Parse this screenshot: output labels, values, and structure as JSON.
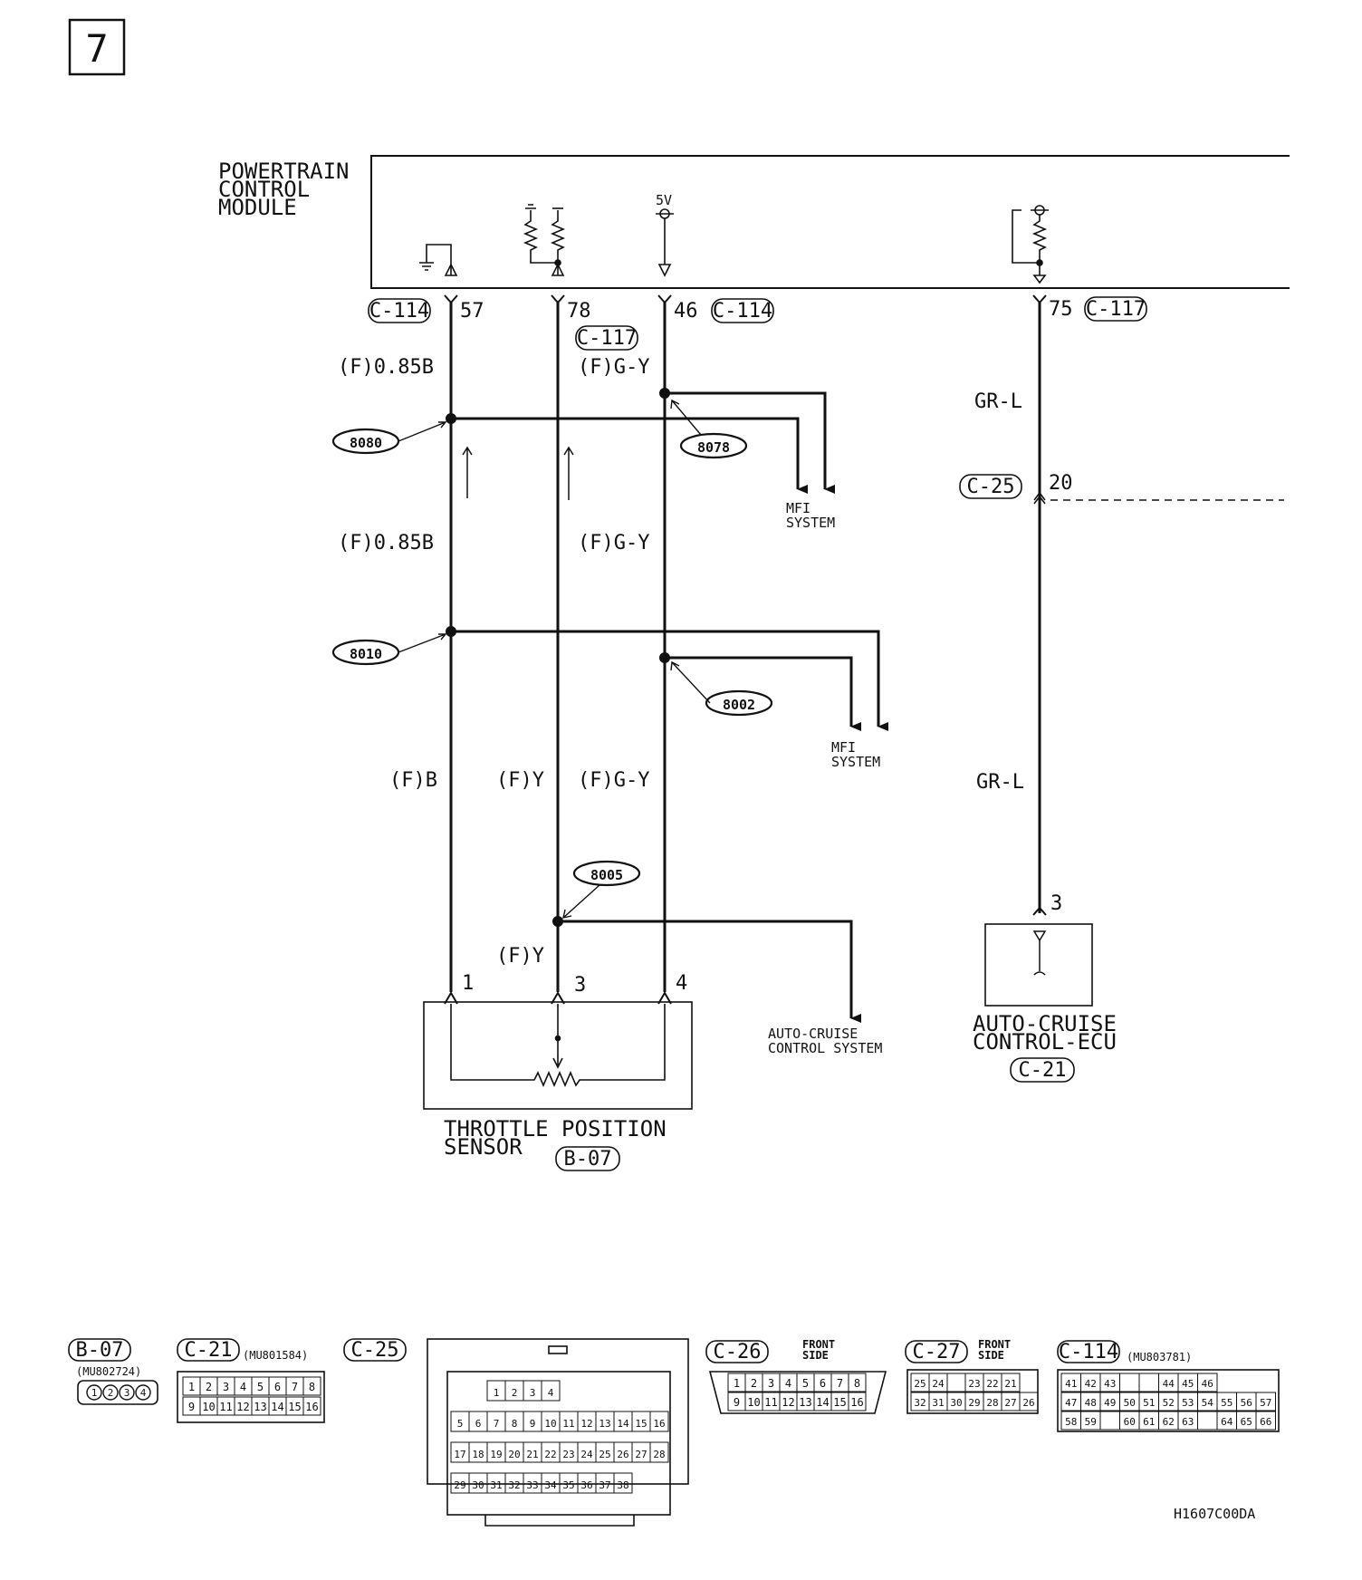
{
  "page": {
    "number": "7",
    "code": "H1607C00DA"
  },
  "pcm": {
    "title_lines": [
      "POWERTRAIN",
      "CONTROL",
      "MODULE"
    ],
    "supply": "5V"
  },
  "connectors": {
    "c114": "C-114",
    "c117": "C-117",
    "c25": "C-25",
    "c21": "C-21",
    "b07": "B-07",
    "c26": "C-26",
    "c27": "C-27"
  },
  "terminals": {
    "t57": "57",
    "t78": "78",
    "t46": "46",
    "t75": "75",
    "t20": "20",
    "t3_ecu": "3",
    "s1": "1",
    "s3": "3",
    "s4": "4"
  },
  "wires": {
    "a1": "(F)0.85B",
    "a2": "(F)0.85B",
    "a3": "(F)B",
    "b1": "(F)Y",
    "b2": "(F)Y",
    "c1": "(F)G-Y",
    "c2": "(F)G-Y",
    "c3": "(F)G-Y",
    "d1": "GR-L",
    "d2": "GR-L"
  },
  "splices": {
    "s8080": "8080",
    "s8010": "8010",
    "s8078": "8078",
    "s8002": "8002",
    "s8005": "8005"
  },
  "destinations": {
    "mfi1": [
      "MFI",
      "SYSTEM"
    ],
    "mfi2": [
      "MFI",
      "SYSTEM"
    ],
    "acc_sys": [
      "AUTO-CRUISE",
      "CONTROL SYSTEM"
    ],
    "acc_ecu": [
      "AUTO-CRUISE",
      "CONTROL-ECU"
    ],
    "tps": [
      "THROTTLE POSITION",
      "SENSOR"
    ]
  },
  "part_numbers": {
    "b07": "(MU802724)",
    "c21": "(MU801584)",
    "c114": "(MU803781)"
  },
  "front_side": [
    "FRONT",
    "SIDE"
  ],
  "connector_views": {
    "b07_pins": [
      "1",
      "2",
      "3",
      "4"
    ],
    "c21_rows": [
      [
        "1",
        "2",
        "3",
        "4",
        "5",
        "6",
        "7",
        "8"
      ],
      [
        "9",
        "10",
        "11",
        "12",
        "13",
        "14",
        "15",
        "16"
      ]
    ],
    "c26_rows": [
      [
        "1",
        "2",
        "3",
        "4",
        "5",
        "6",
        "7",
        "8"
      ],
      [
        "9",
        "10",
        "11",
        "12",
        "13",
        "14",
        "15",
        "16"
      ]
    ],
    "c27_rows": [
      [
        "25",
        "24",
        "",
        "23",
        "22",
        "21"
      ],
      [
        "32",
        "31",
        "30",
        "29",
        "28",
        "27",
        "26"
      ]
    ],
    "c114_rows": [
      [
        "41",
        "42",
        "43",
        "",
        "",
        "44",
        "45",
        "46"
      ],
      [
        "47",
        "48",
        "49",
        "50",
        "51",
        "52",
        "53",
        "54",
        "55",
        "56",
        "57"
      ],
      [
        "58",
        "59",
        "",
        "60",
        "61",
        "62",
        "63",
        "",
        "64",
        "65",
        "66"
      ]
    ],
    "c25_pins": [
      "1",
      "2",
      "3",
      "4",
      "5",
      "6",
      "7",
      "8",
      "9",
      "10",
      "11",
      "12",
      "13",
      "14",
      "15",
      "16",
      "17",
      "18",
      "19",
      "20",
      "21",
      "22",
      "23",
      "24",
      "25",
      "26",
      "27",
      "28",
      "29",
      "30",
      "31",
      "32",
      "33",
      "34",
      "35",
      "36",
      "37",
      "38"
    ]
  }
}
